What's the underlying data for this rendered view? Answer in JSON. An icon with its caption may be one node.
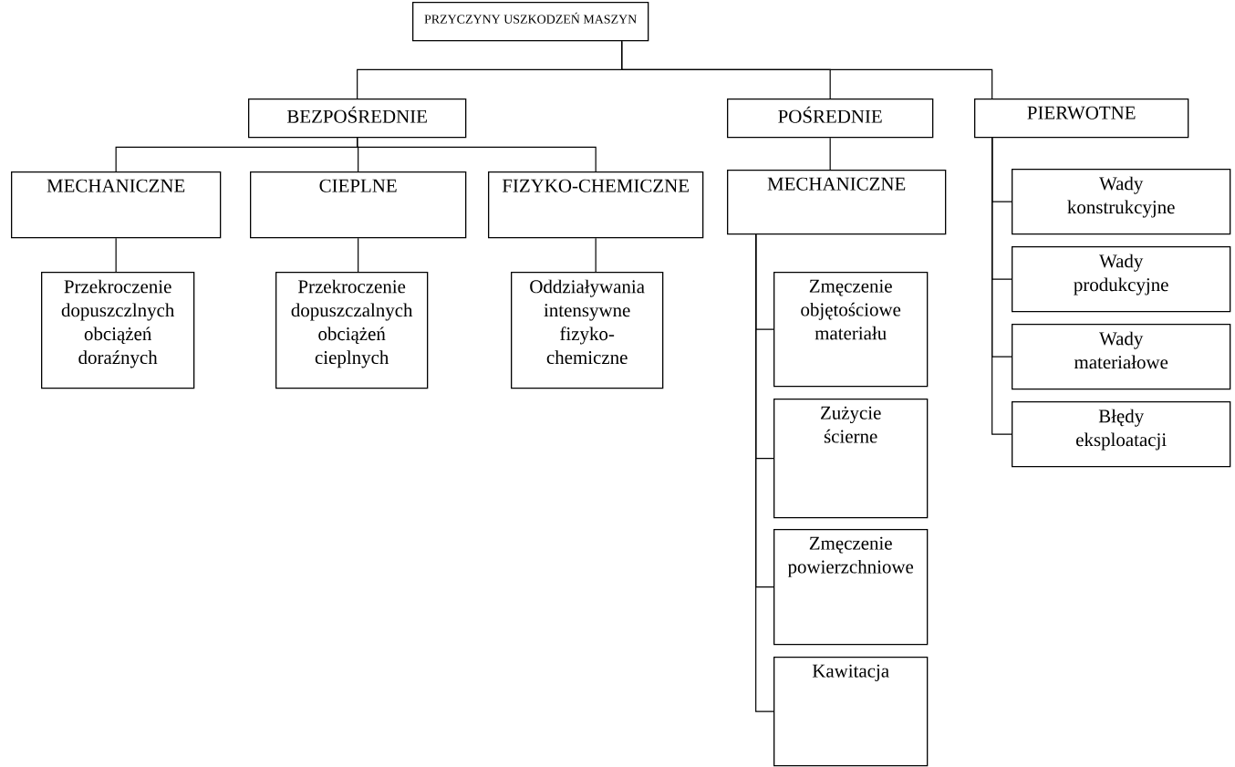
{
  "diagram": {
    "nodes": [
      {
        "text": [
          "PRZYCZYNY USZKODZEŃ MASZYN"
        ]
      },
      {
        "text": [
          "BEZPOŚREDNIE"
        ]
      },
      {
        "text": [
          "POŚREDNIE"
        ]
      },
      {
        "text": [
          "PIERWOTNE"
        ]
      },
      {
        "text": [
          "MECHANICZNE"
        ]
      },
      {
        "text": [
          "CIEPLNE"
        ]
      },
      {
        "text": [
          "FIZYKO-CHEMICZNE"
        ]
      },
      {
        "text": [
          "MECHANICZNE"
        ]
      },
      {
        "text": [
          "Przekroczenie dopuszczlnych obciążeń doraźnych"
        ]
      },
      {
        "text": [
          "Przekroczenie dopuszczalnych obciążeń cieplnych"
        ]
      },
      {
        "text": [
          "Oddziaływania intensywne fizyko- chemiczne"
        ]
      },
      {
        "text": [
          "Zmęczenie objętościowe materiału"
        ]
      },
      {
        "text": [
          "Zużycie ścierne"
        ]
      },
      {
        "text": [
          "Zmęczenie powierzchniowe"
        ]
      },
      {
        "text": [
          "Kawitacja"
        ]
      },
      {
        "text": [
          "Wady konstrukcyjne"
        ]
      },
      {
        "text": [
          "Wady produkcyjne"
        ]
      },
      {
        "text": [
          "Wady materiałowe"
        ]
      },
      {
        "text": [
          "Błędy eksploatacji"
        ]
      }
    ],
    "edges": [
      {
        "from": 0,
        "to": 1,
        "arrow": "none"
      },
      {
        "from": 0,
        "to": 2,
        "arrow": "none"
      },
      {
        "from": 0,
        "to": 3,
        "arrow": "none"
      },
      {
        "from": 1,
        "to": 4,
        "arrow": "none"
      },
      {
        "from": 1,
        "to": 5,
        "arrow": "none"
      },
      {
        "from": 1,
        "to": 6,
        "arrow": "none"
      },
      {
        "from": 2,
        "to": 7,
        "arrow": "none"
      },
      {
        "from": 3,
        "to": 15,
        "arrow": "none"
      },
      {
        "from": 3,
        "to": 16,
        "arrow": "none"
      },
      {
        "from": 3,
        "to": 17,
        "arrow": "none"
      },
      {
        "from": 3,
        "to": 18,
        "arrow": "none"
      },
      {
        "from": 4,
        "to": 8,
        "arrow": "none"
      },
      {
        "from": 5,
        "to": 9,
        "arrow": "none"
      },
      {
        "from": 6,
        "to": 10,
        "arrow": "none"
      },
      {
        "from": 7,
        "to": 11,
        "arrow": "none"
      },
      {
        "from": 7,
        "to": 12,
        "arrow": "none"
      },
      {
        "from": 7,
        "to": 13,
        "arrow": "none"
      },
      {
        "from": 7,
        "to": 14,
        "arrow": "none"
      }
    ]
  }
}
